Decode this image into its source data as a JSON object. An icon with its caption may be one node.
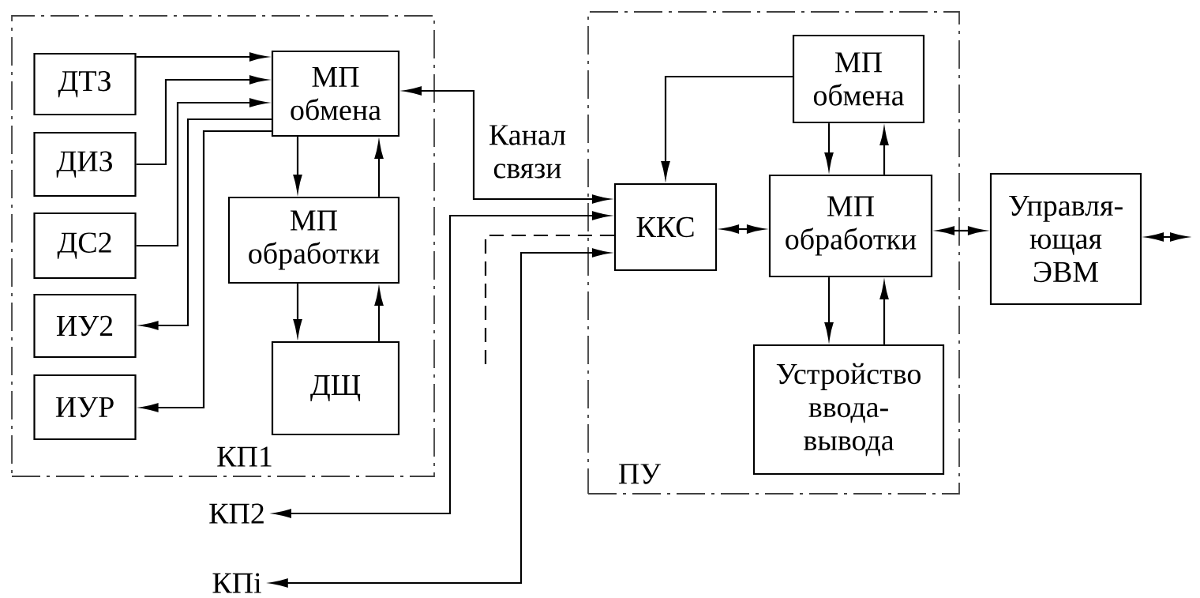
{
  "diagram": {
    "nodes": [
      {
        "text": [
          "КП1"
        ]
      },
      {
        "text": [
          "ДТЗ"
        ],
        "in": 0
      },
      {
        "text": [
          "ДИЗ"
        ],
        "in": 0
      },
      {
        "text": [
          "ДС2"
        ],
        "in": 0
      },
      {
        "text": [
          "ИУ2"
        ],
        "in": 0
      },
      {
        "text": [
          "ИУР"
        ],
        "in": 0
      },
      {
        "text": [
          "МП обмена"
        ],
        "in": 0
      },
      {
        "text": [
          "МП обработки"
        ],
        "in": 0
      },
      {
        "text": [
          "ДЩ"
        ],
        "in": 0
      },
      {
        "text": [
          "ПУ"
        ]
      },
      {
        "text": [
          "ККС"
        ],
        "in": 9
      },
      {
        "text": [
          "МП обмена"
        ],
        "in": 9
      },
      {
        "text": [
          "МП обработки"
        ],
        "in": 9
      },
      {
        "text": [
          "Устройство ввода- вывода"
        ],
        "in": 9
      },
      {
        "text": [
          "Управля- ющая ЭВМ"
        ]
      },
      {
        "text": [
          "КП2"
        ]
      },
      {
        "text": [
          "КПi"
        ]
      }
    ],
    "edges": [
      {
        "from": 1,
        "to": 6,
        "arrow": "to"
      },
      {
        "from": 2,
        "to": 6,
        "arrow": "to"
      },
      {
        "from": 3,
        "to": 6,
        "arrow": "to"
      },
      {
        "from": 6,
        "to": 4,
        "arrow": "to"
      },
      {
        "from": 6,
        "to": 5,
        "arrow": "to"
      },
      {
        "from": 6,
        "to": 7,
        "arrow": "to"
      },
      {
        "from": 7,
        "to": 6,
        "arrow": "to"
      },
      {
        "from": 7,
        "to": 8,
        "arrow": "to"
      },
      {
        "from": 8,
        "to": 7,
        "arrow": "to"
      },
      {
        "from": 10,
        "to": 6,
        "arrow": "both",
        "label": "Канал связи"
      },
      {
        "from": 10,
        "to": 15,
        "arrow": "both"
      },
      {
        "from": 10,
        "to": null,
        "arrow": "none",
        "style": "dashed"
      },
      {
        "from": 10,
        "to": 16,
        "arrow": "both"
      },
      {
        "from": 11,
        "to": 10,
        "arrow": "to"
      },
      {
        "from": 11,
        "to": 12,
        "arrow": "to"
      },
      {
        "from": 12,
        "to": 11,
        "arrow": "to"
      },
      {
        "from": 10,
        "to": 12,
        "arrow": "both"
      },
      {
        "from": 12,
        "to": 13,
        "arrow": "to"
      },
      {
        "from": 13,
        "to": 12,
        "arrow": "to"
      },
      {
        "from": 12,
        "to": 14,
        "arrow": "both"
      },
      {
        "from": 14,
        "to": null,
        "arrow": "both"
      }
    ]
  }
}
